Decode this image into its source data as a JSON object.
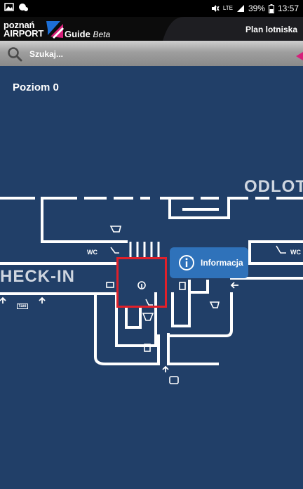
{
  "status_bar": {
    "battery": "39%",
    "time": "13:57",
    "network": "LTE"
  },
  "header": {
    "logo_line1": "poznań",
    "logo_line2": "AIRPORT",
    "guide_label": "Guide",
    "guide_badge": "Beta",
    "plan_link": "Plan lotniska"
  },
  "search": {
    "placeholder": "Szukaj..."
  },
  "map": {
    "level": "Poziom 0",
    "zone_departures": "ODLOT",
    "zone_checkin": "HECK-IN",
    "wc": "WC",
    "taxi": "Taxi",
    "info_callout": "Informacja"
  },
  "colors": {
    "map_bg": "#213f68",
    "callout": "#2f72ba",
    "selection": "#e0202a",
    "accent_pink": "#d61f7a"
  },
  "icons": [
    "image-icon",
    "notification-icon",
    "mute-icon",
    "signal-icon",
    "battery-icon",
    "search-icon",
    "info-icon",
    "coffee-icon",
    "toilet-icon",
    "elevator-icon",
    "arrow-icon",
    "bus-icon",
    "ticket-icon"
  ]
}
